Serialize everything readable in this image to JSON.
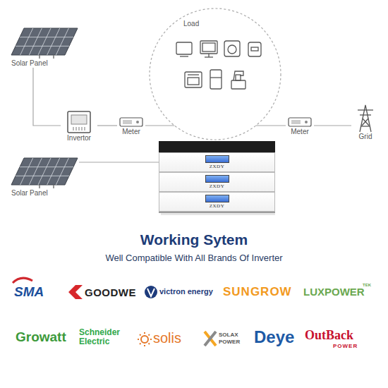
{
  "diagram": {
    "title": "Working Sytem",
    "caption": "Well Compatible With All Brands Of Inverter",
    "nodes": [
      {
        "text": [
          "Load"
        ]
      },
      {
        "text": [
          "Solar Panel"
        ]
      },
      {
        "text": [
          "Invertor"
        ]
      },
      {
        "text": [
          "Meter"
        ]
      },
      {
        "text": [
          "ZXDY"
        ]
      },
      {
        "text": [
          "ZXDY"
        ]
      },
      {
        "text": [
          "ZXDY"
        ]
      },
      {
        "text": [
          "Meter"
        ]
      },
      {
        "text": [
          "Grid"
        ]
      },
      {
        "text": [
          "Solar Panel"
        ]
      }
    ],
    "edges": [
      {
        "from": 1,
        "to": 2,
        "arrow": "none"
      },
      {
        "from": 2,
        "to": 3,
        "arrow": "none"
      },
      {
        "from": 3,
        "to": 0,
        "arrow": "none"
      },
      {
        "from": 0,
        "to": 7,
        "arrow": "none"
      },
      {
        "from": 7,
        "to": 8,
        "arrow": "none"
      },
      {
        "from": 9,
        "to": 4,
        "arrow": "none"
      }
    ],
    "labels": [
      "SMA",
      "GOODWE",
      "victron energy",
      "SUNGROW",
      "LUXPOWER",
      "TEK",
      "Growatt",
      "Schneider Electric",
      "solis",
      "SOLAX POWER",
      "Deye",
      "OutBack",
      "POWER"
    ]
  }
}
